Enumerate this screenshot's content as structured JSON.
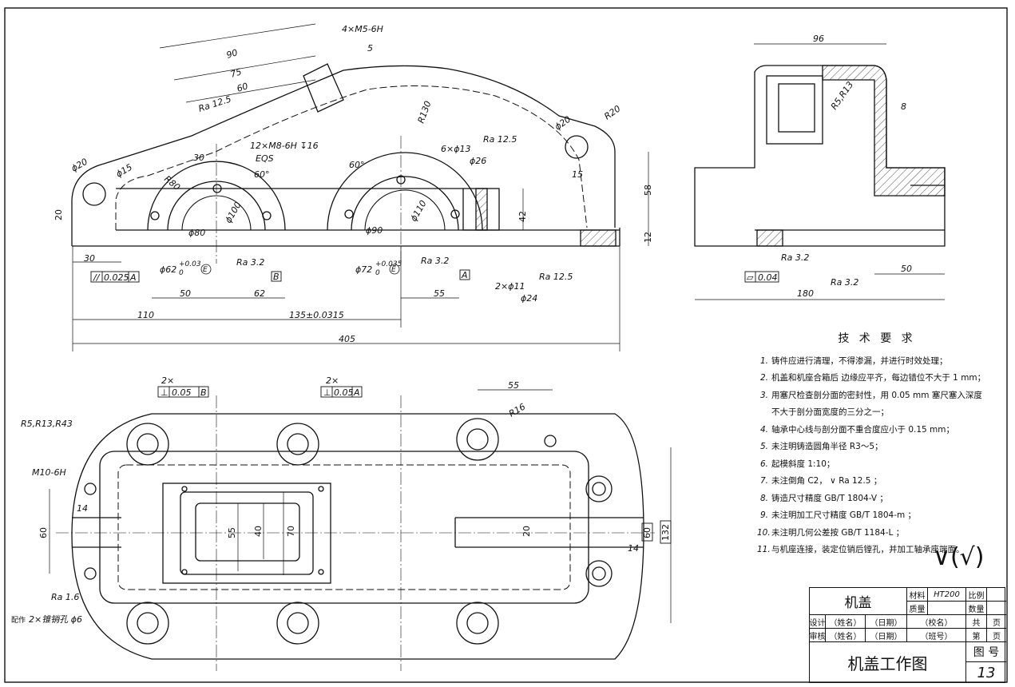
{
  "drawing": {
    "front_view": {
      "dims": {
        "d90": "90",
        "d75": "75",
        "d60": "60",
        "d5": "5",
        "thread_4": "4×M5-6H",
        "ra_top": "Ra 12.5",
        "r130": "R130",
        "r20": "R20",
        "phi20_right": "ϕ20",
        "d15_right": "15",
        "d58": "58",
        "d12": "12",
        "d42": "42",
        "phi20_left": "ϕ20",
        "phi15": "ϕ15",
        "r80": "R80",
        "d20_left": "20",
        "d30_top": "30",
        "thread_12": "12×M8-6H ↧16",
        "eqs": "EQS",
        "a60_left": "60°",
        "a60_right": "60°",
        "phi100": "ϕ100",
        "phi80": "ϕ80",
        "phi110": "ϕ110",
        "phi90": "ϕ90",
        "holes_6": "6×ϕ13",
        "ra_holes": "Ra 12.5",
        "cb26": "ϕ26",
        "d30_bottom": "30",
        "tol_parallel": "0.025",
        "tol_ref_a": "A",
        "bore62": "ϕ62",
        "bore62_tol_up": "+0.03",
        "bore62_tol_lo": "0",
        "e_mark": "E",
        "ra32_a": "Ra 3.2",
        "ref_b": "B",
        "bore72": "ϕ72",
        "bore72_tol_up": "+0.035",
        "bore72_tol_lo": "0",
        "ra32_b": "Ra 3.2",
        "ref_a": "A",
        "holes_2": "2×ϕ11",
        "ra_h2": "Ra 12.5",
        "cb24": "ϕ24",
        "d50": "50",
        "d62": "62",
        "d55": "55",
        "d110": "110",
        "d135": "135±0.0315",
        "d405": "405"
      }
    },
    "side_view": {
      "d96": "96",
      "r5r13": "R5,R13",
      "d8": "8",
      "ra32_top": "Ra 3.2",
      "flat_tol": "0.04",
      "d50": "50",
      "d180": "180",
      "ra32_bottom": "Ra 3.2"
    },
    "top_view": {
      "perp_b_count": "2×",
      "perp_b_val": "0.05",
      "perp_b_ref": "B",
      "perp_a_count": "2×",
      "perp_a_val": "0.05",
      "perp_a_ref": "A",
      "d55": "55",
      "r16": "R16",
      "radii": "R5,R13,R43",
      "m10": "M10-6H",
      "d14_left": "14",
      "d60_left": "60",
      "d55_in": "55",
      "d40": "40",
      "d70": "70",
      "d20": "20",
      "d14_right": "14",
      "d60_right": "60",
      "d132": "132",
      "ra16": "Ra 1.6",
      "pin_note_prefix": "配作",
      "pin_note": "2×锥销孔 ϕ6"
    }
  },
  "tech_requirements": {
    "title": "技 术 要 求",
    "items": [
      {
        "n": "1.",
        "text": "铸件应进行清理，不得渗漏，并进行时效处理；"
      },
      {
        "n": "2.",
        "text": "机盖和机座合箱后 边缘应平齐，每边错位不大于 1 mm；"
      },
      {
        "n": "3.",
        "text": "用塞尺检查剖分面的密封性，用 0.05 mm 塞尺塞入深度"
      },
      {
        "n": "",
        "text": "不大于剖分面宽度的三分之一；"
      },
      {
        "n": "4.",
        "text": "轴承中心线与剖分面不重合度应小于 0.15 mm；"
      },
      {
        "n": "5.",
        "text": "未注明铸造圆角半径 R3～5；"
      },
      {
        "n": "6.",
        "text": "起模斜度 1:10；"
      },
      {
        "n": "7.",
        "text": "未注倒角 C2，  ∨ Ra 12.5 ；"
      },
      {
        "n": "8.",
        "text": "铸造尺寸精度 GB/T 1804-V ；"
      },
      {
        "n": "9.",
        "text": "未注明加工尺寸精度 GB/T 1804-m ；"
      },
      {
        "n": "10.",
        "text": "未注明几何公差按 GB/T 1184-L ；"
      },
      {
        "n": "11.",
        "text": "与机座连接，装定位销后镗孔，并加工轴承座端面。"
      }
    ],
    "general_roughness": "∨(√)"
  },
  "title_block": {
    "part_name": "机盖",
    "material_label": "材料",
    "material": "HT200",
    "scale_label": "比例",
    "mass_label": "质量",
    "qty_label": "数量",
    "design_label": "设计",
    "review_label": "审核",
    "name_ph": "（姓名）",
    "date_ph": "（日期）",
    "school_ph": "（校名）",
    "class_ph": "（班号）",
    "total_label": "共",
    "page_unit": "页",
    "sheet_label": "第",
    "drawing_title": "机盖工作图",
    "drawing_no_label": "图 号",
    "drawing_no": "13"
  }
}
